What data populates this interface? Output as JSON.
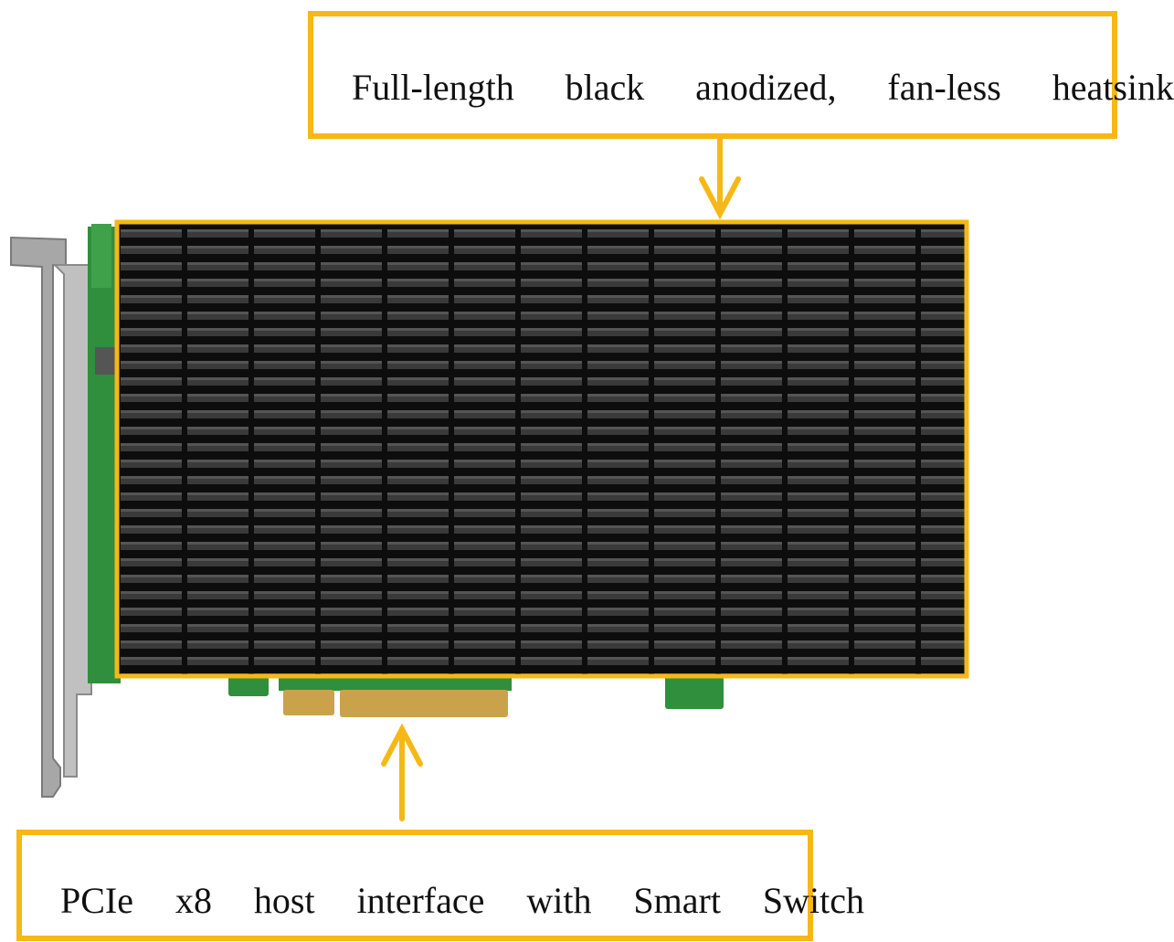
{
  "image": {
    "subject": "PCIe add-in card with black heatsink",
    "colors": {
      "callout_border": "#f5b816",
      "arrow": "#f5b816",
      "heatsink": "#1a1a1a",
      "pcb": "#2f8f3c",
      "bracket": "#9a9a9a",
      "gold_fingers": "#c9a24a"
    }
  },
  "callouts": {
    "heatsink": {
      "text": "Full-length black anodized, fan-less heatsink"
    },
    "interface": {
      "text": "PCIe x8 host interface with Smart Switch"
    }
  }
}
